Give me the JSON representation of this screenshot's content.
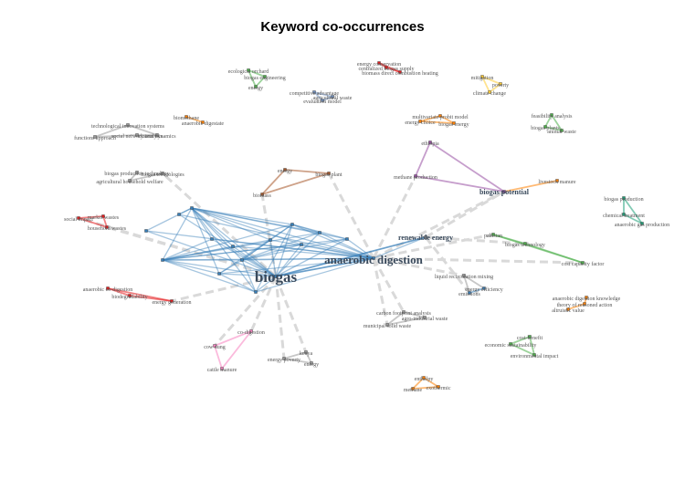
{
  "title": "Keyword co-occurrences",
  "colors": {
    "blue": "#377eb8",
    "brown": "#a65628",
    "purple": "#984ea3",
    "red": "#e41a1c",
    "pink": "#f781bf",
    "grey": "#999999",
    "green": "#4daf4a",
    "orange": "#ff7f00",
    "yellow": "#ffcc33",
    "teal": "#1b9e77",
    "steel": "#6f8fbf",
    "label": "#555555"
  },
  "nodes": [
    {
      "id": "biogas",
      "label": "biogas",
      "cluster": "blue",
      "weight": 5
    },
    {
      "id": "anaerobic_digestion",
      "label": "anaerobic digestion",
      "cluster": "blue",
      "weight": 4
    },
    {
      "id": "renewable_energy",
      "label": "renewable energy",
      "cluster": "grey",
      "weight": 2
    },
    {
      "id": "biogas_potential",
      "label": "biogas potential",
      "cluster": "purple",
      "weight": 2
    },
    {
      "id": "ecological_orchard",
      "label": "ecological orchard",
      "cluster": "green",
      "weight": 1
    },
    {
      "id": "biogas_engineering",
      "label": "biogas engineering",
      "cluster": "green",
      "weight": 1
    },
    {
      "id": "energy_green",
      "label": "energy",
      "cluster": "green",
      "weight": 1
    },
    {
      "id": "energy_conservation",
      "label": "energy conservation",
      "cluster": "red",
      "weight": 1
    },
    {
      "id": "centralized_biogas_supply",
      "label": "centralized biogas supply",
      "cluster": "red",
      "weight": 1
    },
    {
      "id": "biomass_direct_combustion_heating",
      "label": "biomass direct combustion heating",
      "cluster": "red",
      "weight": 1
    },
    {
      "id": "mitigation",
      "label": "mitigation",
      "cluster": "yellow",
      "weight": 1
    },
    {
      "id": "poverty",
      "label": "poverty",
      "cluster": "yellow",
      "weight": 1
    },
    {
      "id": "climate_change",
      "label": "climate change",
      "cluster": "yellow",
      "weight": 1
    },
    {
      "id": "competitive_advantage",
      "label": "competitive advantage",
      "cluster": "steel",
      "weight": 1
    },
    {
      "id": "agricultural_waste",
      "label": "agricultural waste",
      "cluster": "steel",
      "weight": 1
    },
    {
      "id": "evaluation_model",
      "label": "evaluation model",
      "cluster": "steel",
      "weight": 1
    },
    {
      "id": "biomethane",
      "label": "biomethane",
      "cluster": "orange",
      "weight": 1
    },
    {
      "id": "anaerobic_digestate",
      "label": "anaerobic digestate",
      "cluster": "orange",
      "weight": 1
    },
    {
      "id": "technological_innovation_systems",
      "label": "technological innovation systems",
      "cluster": "grey",
      "weight": 1
    },
    {
      "id": "functions_approach",
      "label": "functions approach",
      "cluster": "grey",
      "weight": 1
    },
    {
      "id": "social_network_analysis",
      "label": "social network analysis",
      "cluster": "grey",
      "weight": 1
    },
    {
      "id": "system_dynamics",
      "label": "system dynamics",
      "cluster": "grey",
      "weight": 1
    },
    {
      "id": "feasibility_analysis",
      "label": "feasibility analysis",
      "cluster": "green",
      "weight": 1
    },
    {
      "id": "biogas_plants",
      "label": "biogas plants",
      "cluster": "green",
      "weight": 1
    },
    {
      "id": "animal_waste",
      "label": "animal waste",
      "cluster": "green",
      "weight": 1
    },
    {
      "id": "multivariate_probit_model",
      "label": "multivariate probit model",
      "cluster": "orange",
      "weight": 1
    },
    {
      "id": "energy_choice",
      "label": "energy choice",
      "cluster": "orange",
      "weight": 1
    },
    {
      "id": "biogas_energy",
      "label": "biogas energy",
      "cluster": "orange",
      "weight": 1
    },
    {
      "id": "ethiopia",
      "label": "ethiopia",
      "cluster": "purple",
      "weight": 1
    },
    {
      "id": "methane_production",
      "label": "methane production",
      "cluster": "purple",
      "weight": 1
    },
    {
      "id": "energy_brown",
      "label": "energy",
      "cluster": "brown",
      "weight": 1
    },
    {
      "id": "biogas_plant",
      "label": "biogas plant",
      "cluster": "brown",
      "weight": 1
    },
    {
      "id": "biomass",
      "label": "biomass",
      "cluster": "brown",
      "weight": 1
    },
    {
      "id": "biogas_production_technology",
      "label": "biogas production technology",
      "cluster": "grey",
      "weight": 1
    },
    {
      "id": "agricultural_household_welfare",
      "label": "agricultural household welfare",
      "cluster": "grey",
      "weight": 1
    },
    {
      "id": "biogas_technologies",
      "label": "biogas technologies",
      "cluster": "grey",
      "weight": 1
    },
    {
      "id": "livestock_manure",
      "label": "livestock manure",
      "cluster": "orange",
      "weight": 1
    },
    {
      "id": "biogas_production",
      "label": "biogas production",
      "cluster": "teal",
      "weight": 1
    },
    {
      "id": "chemical_treatment",
      "label": "chemical treatment",
      "cluster": "teal",
      "weight": 1
    },
    {
      "id": "anaerobic_gas_production",
      "label": "anaerobic gas production",
      "cluster": "teal",
      "weight": 1
    },
    {
      "id": "social_impact",
      "label": "social impact",
      "cluster": "red",
      "weight": 1
    },
    {
      "id": "market_wastes",
      "label": "market wastes",
      "cluster": "red",
      "weight": 1
    },
    {
      "id": "household_wastes",
      "label": "household wastes",
      "cluster": "red",
      "weight": 1
    },
    {
      "id": "pakistan",
      "label": "pakistan",
      "cluster": "green",
      "weight": 1
    },
    {
      "id": "biogas_technology",
      "label": "biogas technology",
      "cluster": "green",
      "weight": 1
    },
    {
      "id": "cost_capacity_factor",
      "label": "cost capacity factor",
      "cluster": "green",
      "weight": 1
    },
    {
      "id": "anaerobic_co_digestion",
      "label": "anaerobic co-digestion",
      "cluster": "red",
      "weight": 1
    },
    {
      "id": "biodegradability",
      "label": "biodegradability",
      "cluster": "red",
      "weight": 1
    },
    {
      "id": "energy_generation",
      "label": "energy generation",
      "cluster": "red",
      "weight": 1
    },
    {
      "id": "liquid_recirculation_mixing",
      "label": "liquid recirculation mixing",
      "cluster": "grey",
      "weight": 1
    },
    {
      "id": "energy_efficiency",
      "label": "energy efficiency",
      "cluster": "blue",
      "weight": 1
    },
    {
      "id": "emissions",
      "label": "emissions",
      "cluster": "blue",
      "weight": 1
    },
    {
      "id": "ad_knowledge",
      "label": "anaerobic digestion knowledge",
      "cluster": "orange",
      "weight": 1
    },
    {
      "id": "theory_of_reasoned_action",
      "label": "theory of reasoned action",
      "cluster": "orange",
      "weight": 1
    },
    {
      "id": "altruistic_value",
      "label": "altruistic value",
      "cluster": "orange",
      "weight": 1
    },
    {
      "id": "carbon_footprint_analysis",
      "label": "carbon footprint analysis",
      "cluster": "grey",
      "weight": 1
    },
    {
      "id": "agro_industrial_waste",
      "label": "agro-industrial waste",
      "cluster": "grey",
      "weight": 1
    },
    {
      "id": "municipal_solid_waste",
      "label": "municipal solid waste",
      "cluster": "grey",
      "weight": 1
    },
    {
      "id": "co_digestion",
      "label": "co-digestion",
      "cluster": "pink",
      "weight": 1
    },
    {
      "id": "cow_dung",
      "label": "cow dung",
      "cluster": "pink",
      "weight": 1
    },
    {
      "id": "cattle_manure",
      "label": "cattle manure",
      "cluster": "pink",
      "weight": 1
    },
    {
      "id": "kenya",
      "label": "kenya",
      "cluster": "grey",
      "weight": 1
    },
    {
      "id": "energy_poverty",
      "label": "energy poverty",
      "cluster": "grey",
      "weight": 1
    },
    {
      "id": "energy_grey",
      "label": "energy",
      "cluster": "grey",
      "weight": 1
    },
    {
      "id": "cost_benefit",
      "label": "cost-benefit",
      "cluster": "green",
      "weight": 1
    },
    {
      "id": "economic_sustainability",
      "label": "economic sustainability",
      "cluster": "green",
      "weight": 1
    },
    {
      "id": "environmental_impact",
      "label": "environmental impact",
      "cluster": "green",
      "weight": 1
    },
    {
      "id": "methane_orange",
      "label": "methane",
      "cluster": "orange",
      "weight": 1
    },
    {
      "id": "enthalpy",
      "label": "enthalpy",
      "cluster": "orange",
      "weight": 1
    },
    {
      "id": "exothermic",
      "label": "exothermic",
      "cluster": "orange",
      "weight": 1
    }
  ]
}
